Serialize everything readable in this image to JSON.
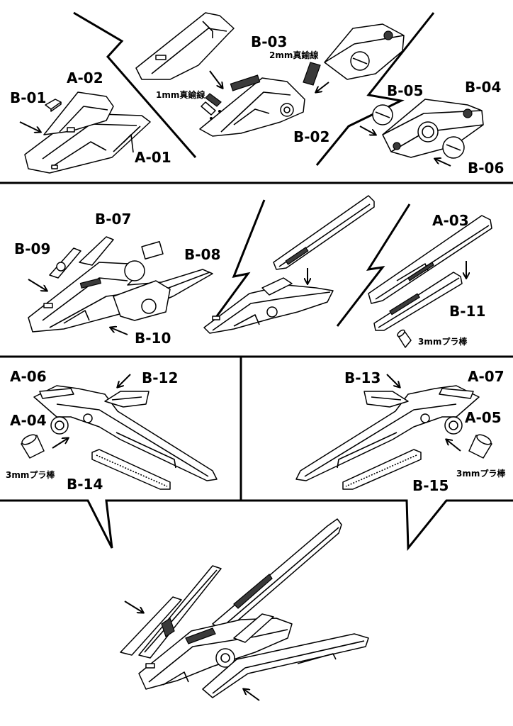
{
  "colors": {
    "ink": "#000000",
    "paper": "#ffffff",
    "rod": "#3a3a3a"
  },
  "labels": {
    "a01": "A-01",
    "a02": "A-02",
    "a03": "A-03",
    "a04": "A-04",
    "a05": "A-05",
    "a06": "A-06",
    "a07": "A-07",
    "b01": "B-01",
    "b02": "B-02",
    "b03": "B-03",
    "b04": "B-04",
    "b05": "B-05",
    "b06": "B-06",
    "b07": "B-07",
    "b08": "B-08",
    "b09": "B-09",
    "b10": "B-10",
    "b11": "B-11",
    "b12": "B-12",
    "b13": "B-13",
    "b14": "B-14",
    "b15": "B-15"
  },
  "notes": {
    "wire_1mm": "1mm真鍮線",
    "wire_2mm": "2mm真鍮線",
    "rod_3mm_a": "3mmプラ棒",
    "rod_3mm_b": "3mmプラ棒",
    "rod_3mm_c": "3mmプラ棒"
  },
  "icons": {
    "arrow": "assembly-arrow-icon"
  }
}
